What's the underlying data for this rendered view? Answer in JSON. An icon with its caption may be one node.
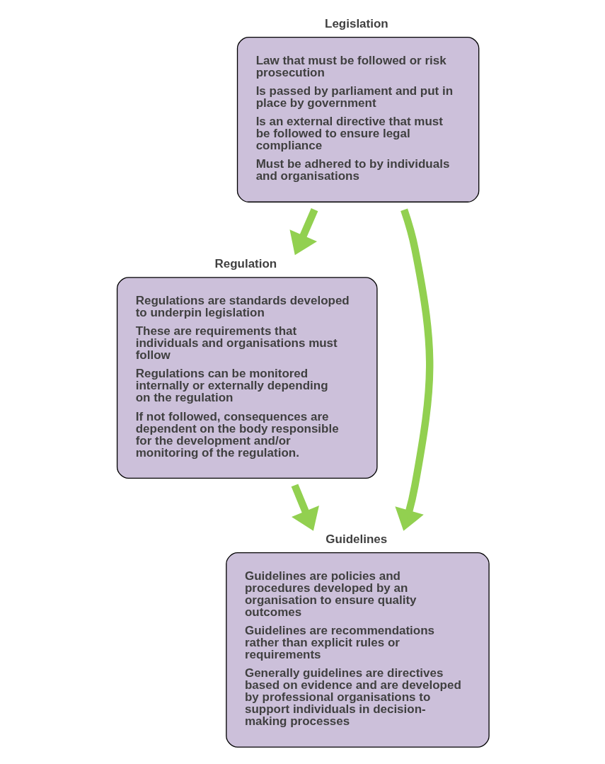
{
  "diagram": {
    "nodes": [
      {
        "text": [
          "Legislation",
          "Law that must be followed or risk prosecution",
          "Is passed by parliament and put in place by government",
          "Is an external directive that must be followed to ensure legal compliance",
          "Must be adhered to by individuals and organisations"
        ]
      },
      {
        "text": [
          "Regulation",
          "Regulations are standards developed to underpin legislation",
          "These are requirements that individuals and organisations must follow",
          "Regulations can be monitored internally or externally depending on the regulation",
          "If not followed, consequences are dependent on the body responsible for the development and/or monitoring of the regulation."
        ]
      },
      {
        "text": [
          "Guidelines",
          "Guidelines are policies and procedures developed by an organisation to ensure quality outcomes",
          "Guidelines are recommendations rather than explicit rules or requirements",
          "Generally guidelines are directives based on evidence and are developed by professional organisations to support individuals in decision-making processes"
        ]
      }
    ],
    "edges": [
      {
        "from": 0,
        "to": 1,
        "arrow": "to"
      },
      {
        "from": 0,
        "to": 2,
        "arrow": "to"
      },
      {
        "from": 1,
        "to": 2,
        "arrow": "to"
      }
    ]
  }
}
